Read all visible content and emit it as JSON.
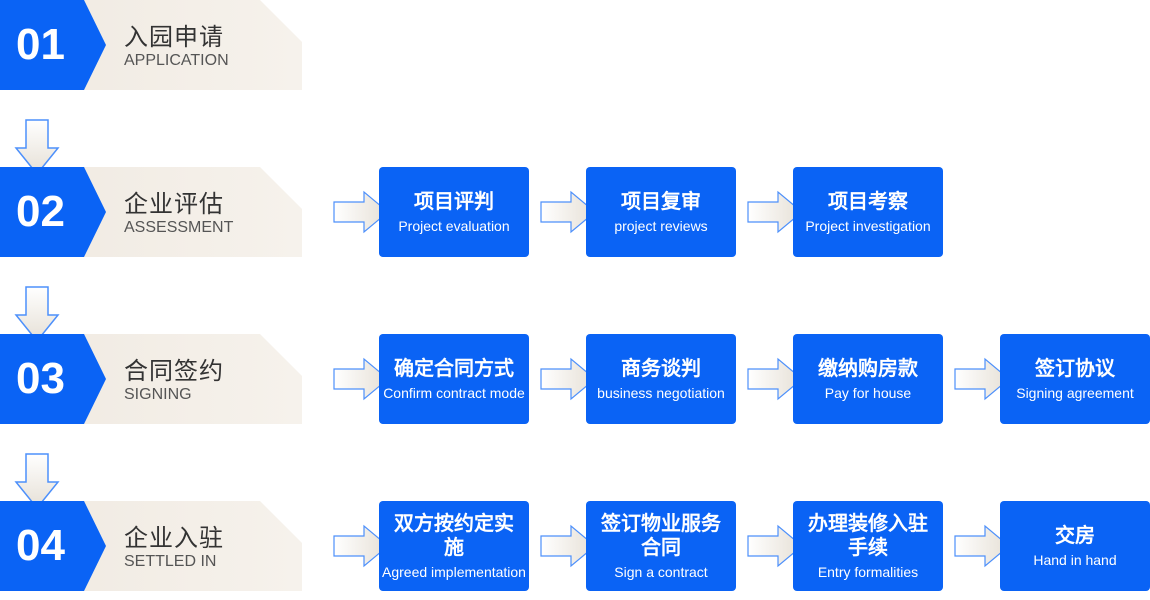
{
  "stages": [
    {
      "num": "01",
      "zh": "入园申请",
      "en": "APPLICATION"
    },
    {
      "num": "02",
      "zh": "企业评估",
      "en": "ASSESSMENT"
    },
    {
      "num": "03",
      "zh": "合同签约",
      "en": "SIGNING"
    },
    {
      "num": "04",
      "zh": "企业入驻",
      "en": "SETTLED IN"
    }
  ],
  "steps": {
    "assessment": [
      {
        "zh": "项目评判",
        "en": "Project evaluation"
      },
      {
        "zh": "项目复审",
        "en": "project reviews"
      },
      {
        "zh": "项目考察",
        "en": "Project investigation"
      }
    ],
    "signing": [
      {
        "zh": "确定合同方式",
        "en": "Confirm contract mode"
      },
      {
        "zh": "商务谈判",
        "en": "business negotiation"
      },
      {
        "zh": "缴纳购房款",
        "en": "Pay for house"
      },
      {
        "zh": "签订协议",
        "en": "Signing agreement"
      }
    ],
    "settled": [
      {
        "zh": "双方按约定实施",
        "en": "Agreed implementation"
      },
      {
        "zh": "签订物业服务合同",
        "en": "Sign a contract"
      },
      {
        "zh": "办理装修入驻手续",
        "en": "Entry formalities"
      },
      {
        "zh": "交房",
        "en": "Hand in hand"
      }
    ]
  },
  "colors": {
    "accent": "#0a63f5",
    "tan": "#f1ebe3",
    "arrow": "#e9e4dc"
  }
}
